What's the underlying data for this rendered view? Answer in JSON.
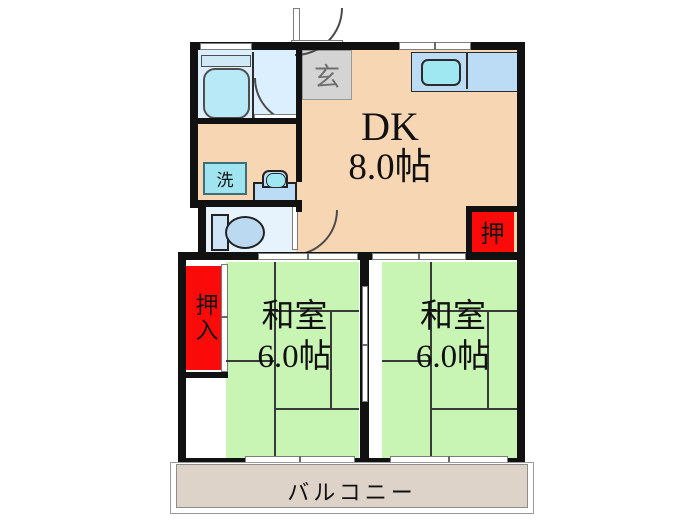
{
  "plan": {
    "title": "間取り図",
    "unit_suffix": "帖"
  },
  "rooms": [
    {
      "id": "dk",
      "name": "DK",
      "area": "8.0帖",
      "color": "#f7d6b4"
    },
    {
      "id": "washitsu_l",
      "name": "和室",
      "area": "6.0帖",
      "color": "#c9f5b4"
    },
    {
      "id": "washitsu_r",
      "name": "和室",
      "area": "6.0帖",
      "color": "#c9f5b4"
    }
  ],
  "labels": {
    "dk_name": "DK",
    "dk_area": "8.0帖",
    "washitsu_left_name": "和室",
    "washitsu_left_area": "6.0帖",
    "washitsu_right_name": "和室",
    "washitsu_right_area": "6.0帖",
    "balcony": "バルコニー",
    "genkan": "玄",
    "washer": "洗",
    "closet_dk": "押",
    "closet_room": "押入"
  },
  "fixtures": {
    "bathtub": "bathtub",
    "washing_machine": "洗",
    "wash_basin": "wash-basin",
    "toilet": "toilet",
    "kitchen_sink": "kitchen-sink",
    "entrance": "玄"
  },
  "colors": {
    "wall": "#111111",
    "dk_floor": "#f7d6b4",
    "tatami": "#c9f5b4",
    "closet_red": "#fb0a0a",
    "balcony_floor": "#ded3c8",
    "water_blue": "#bcdcf6",
    "basin_cyan": "#9fe8f2",
    "genkan_grey": "#d4d4d4",
    "background": "#ffffff"
  }
}
